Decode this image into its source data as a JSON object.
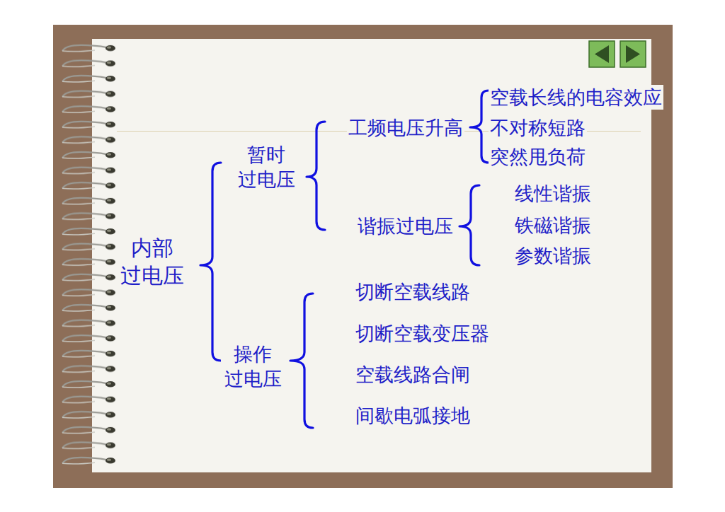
{
  "diagram": {
    "labels": [
      "内部 过电压",
      "暂时 过电压",
      "工频电压升高",
      "空载长线的电容效应",
      "不对称短路",
      "突然甩负荷",
      "谐振过电压",
      "线性谐振",
      "铁磁谐振",
      "参数谐振",
      "操作 过电压",
      "切断空载线路",
      "切断空载变压器",
      "空载线路合闸",
      "间歇电弧接地"
    ]
  }
}
